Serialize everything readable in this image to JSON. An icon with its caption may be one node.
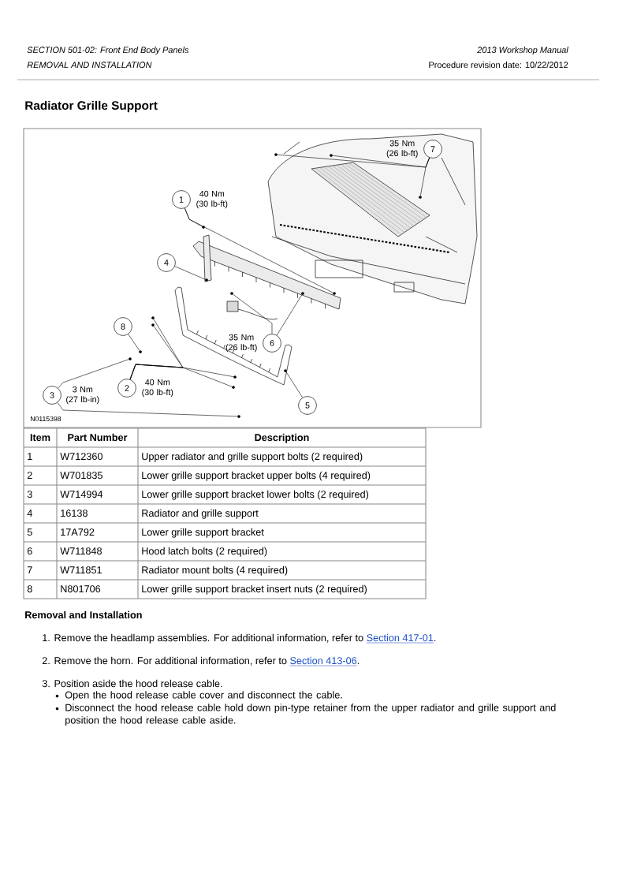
{
  "diagram": {
    "title": "Radiator Grille Support",
    "nodes": [
      {
        "text": [
          "7"
        ],
        "beside": [
          "35 Nm (26 lb-ft)"
        ]
      },
      {
        "text": [
          "1"
        ],
        "beside": [
          "40 Nm (30 lb-ft)"
        ]
      },
      {
        "text": [
          "4"
        ]
      },
      {
        "text": [
          "8"
        ]
      },
      {
        "text": [
          "6"
        ],
        "beside": [
          "35 Nm (26 lb-ft)"
        ]
      },
      {
        "text": [
          "2"
        ],
        "beside": [
          "40 Nm (30 lb-ft)"
        ]
      },
      {
        "text": [
          "3"
        ],
        "beside": [
          "3 Nm (27 lb-in)"
        ]
      },
      {
        "text": [
          "5"
        ]
      },
      {
        "text": [],
        "shape": "circle"
      },
      {
        "text": [],
        "shape": "circle"
      },
      {
        "text": [],
        "shape": "circle"
      },
      {
        "text": [],
        "shape": "circle"
      },
      {
        "text": [],
        "shape": "circle"
      },
      {
        "text": [],
        "shape": "circle"
      },
      {
        "text": [],
        "shape": "circle"
      },
      {
        "text": [],
        "shape": "circle"
      },
      {
        "text": [],
        "shape": "circle"
      },
      {
        "text": [],
        "shape": "circle"
      },
      {
        "text": [],
        "shape": "circle"
      },
      {
        "text": [],
        "shape": "circle"
      },
      {
        "text": [],
        "shape": "circle"
      },
      {
        "text": [],
        "shape": "circle"
      },
      {
        "text": [],
        "shape": "circle"
      },
      {
        "text": [],
        "shape": "circle"
      }
    ],
    "edges": [
      {
        "from": 0,
        "to": 8,
        "arrow": "none"
      },
      {
        "from": 0,
        "to": 9,
        "arrow": "none"
      },
      {
        "from": 0,
        "to": 10,
        "arrow": "none"
      },
      {
        "from": 1,
        "to": 11,
        "arrow": "none"
      },
      {
        "from": 1,
        "to": 12,
        "arrow": "none"
      },
      {
        "from": 2,
        "to": 13,
        "arrow": "none"
      },
      {
        "from": 3,
        "to": 14,
        "arrow": "none"
      },
      {
        "from": 4,
        "to": 15,
        "arrow": "none"
      },
      {
        "from": 4,
        "to": 16,
        "arrow": "none"
      },
      {
        "from": 5,
        "to": 17,
        "arrow": "none"
      },
      {
        "from": 5,
        "to": 18,
        "arrow": "none"
      },
      {
        "from": 5,
        "to": 19,
        "arrow": "none"
      },
      {
        "from": 5,
        "to": 20,
        "arrow": "none"
      },
      {
        "from": 6,
        "to": 21,
        "arrow": "none"
      },
      {
        "from": 6,
        "to": 22,
        "arrow": "none"
      },
      {
        "from": 7,
        "to": 23,
        "arrow": "none"
      }
    ],
    "labels": [
      "SECTION 501-02: Front End Body Panels",
      "2013 Workshop Manual",
      "REMOVAL AND INSTALLATION",
      "Procedure revision date: 10/22/2012",
      "N0115398",
      "Item",
      "Part Number",
      "Description",
      "1",
      "W712360",
      "Upper radiator and grille support bolts (2 required)",
      "2",
      "W701835",
      "Lower grille support bracket upper bolts (4 required)",
      "3",
      "W714994",
      "Lower grille support bracket lower bolts (2 required)",
      "4",
      "16138",
      "Radiator and grille support",
      "5",
      "17A792",
      "Lower grille support bracket",
      "6",
      "W711848",
      "Hood latch bolts (2 required)",
      "7",
      "W711851",
      "Radiator mount bolts (4 required)",
      "8",
      "N801706",
      "Lower grille support bracket insert nuts (2 required)",
      "Removal and Installation",
      "1. Remove the headlamp assemblies. For additional information, refer to",
      "Section 417-01",
      ".",
      "2. Remove the horn. For additional information, refer to",
      "Section 413-06",
      ".",
      "3. Position aside the hood release cable.",
      "Open the hood release cable cover and disconnect the cable.",
      "Disconnect the hood release cable hold down pin-type retainer from the upper radiator and grille support and position the hood release cable aside."
    ]
  }
}
